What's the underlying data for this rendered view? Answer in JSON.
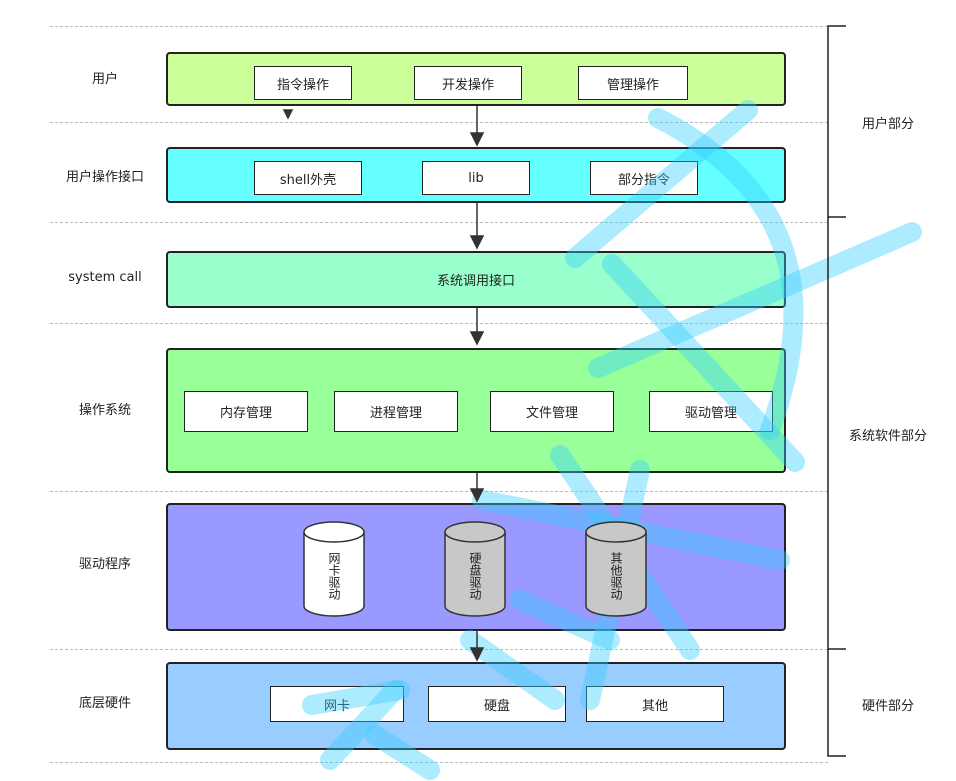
{
  "layers": {
    "user": {
      "label": "用户",
      "items": [
        "指令操作",
        "开发操作",
        "管理操作"
      ],
      "color": "#ccff99"
    },
    "interface": {
      "label": "用户操作接口",
      "items": [
        "shell外壳",
        "lib",
        "部分指令"
      ],
      "color": "#66ffff"
    },
    "syscall": {
      "label": "system call",
      "box": "系统调用接口",
      "color": "#99ffcc"
    },
    "os": {
      "label": "操作系统",
      "items": [
        "内存管理",
        "进程管理",
        "文件管理",
        "驱动管理"
      ],
      "color": "#99ff99"
    },
    "driver": {
      "label": "驱动程序",
      "items": [
        "网卡驱动",
        "硬盘驱动",
        "其他驱动"
      ],
      "color": "#9999ff"
    },
    "hardware": {
      "label": "底层硬件",
      "items": [
        "网卡",
        "硬盘",
        "其他"
      ],
      "color": "#99ccff"
    }
  },
  "brackets": {
    "user_part": "用户部分",
    "system_part": "系统软件部分",
    "hardware_part": "硬件部分"
  }
}
